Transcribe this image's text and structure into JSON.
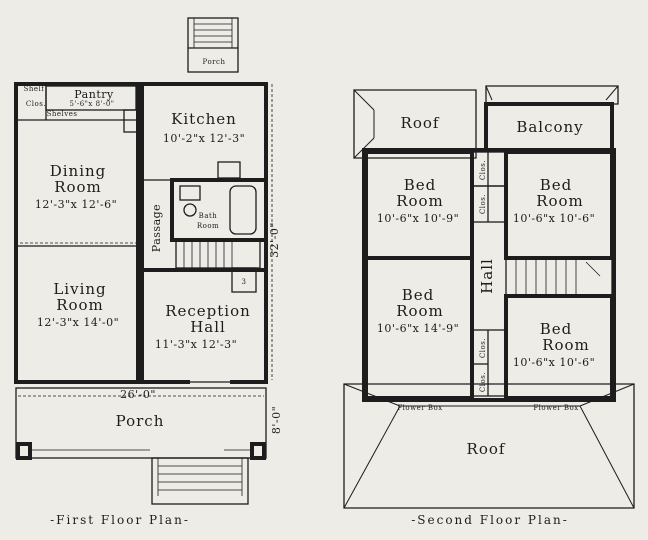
{
  "first_floor": {
    "caption": "-First Floor Plan-",
    "porch_top": "Porch",
    "pantry": {
      "name": "Pantry",
      "size": "5'-6\"x 8'-0\""
    },
    "shelf": "Shelf",
    "clos": "Clos.",
    "shelves": "Shelves",
    "kitchen": {
      "name": "Kitchen",
      "size": "10'-2\"x 12'-3\""
    },
    "dining": {
      "name1": "Dining",
      "name2": "Room",
      "size": "12'-3\"x 12'-6\""
    },
    "passage": "Passage",
    "bath": {
      "name1": "Bath",
      "name2": "Room"
    },
    "living": {
      "name1": "Living",
      "name2": "Room",
      "size": "12'-3\"x 14'-0\""
    },
    "reception": {
      "name1": "Reception",
      "name2": "Hall",
      "size": "11'-3\"x 12'-3\""
    },
    "width_dim": "26'-0\"",
    "depth_dim": "32'-0\"",
    "porch_dim": "8'-0\"",
    "porch_bottom": "Porch",
    "stair_num": "3"
  },
  "second_floor": {
    "caption": "-Second Floor Plan-",
    "roof_top": "Roof",
    "balcony": "Balcony",
    "bed1": {
      "name1": "Bed",
      "name2": "Room",
      "size": "10'-6\"x 10'-9\""
    },
    "bed2": {
      "name1": "Bed",
      "name2": "Room",
      "size": "10'-6\"x 10'-6\""
    },
    "bed3": {
      "name1": "Bed",
      "name2": "Room",
      "size": "10'-6\"x 14'-9\""
    },
    "bed4": {
      "name1": "Bed",
      "name2": "Room",
      "size": "10'-6\"x 10'-6\""
    },
    "clos": "Clos.",
    "hall": "Hall",
    "flower_box": "Flower Box",
    "roof_bottom": "Roof"
  }
}
